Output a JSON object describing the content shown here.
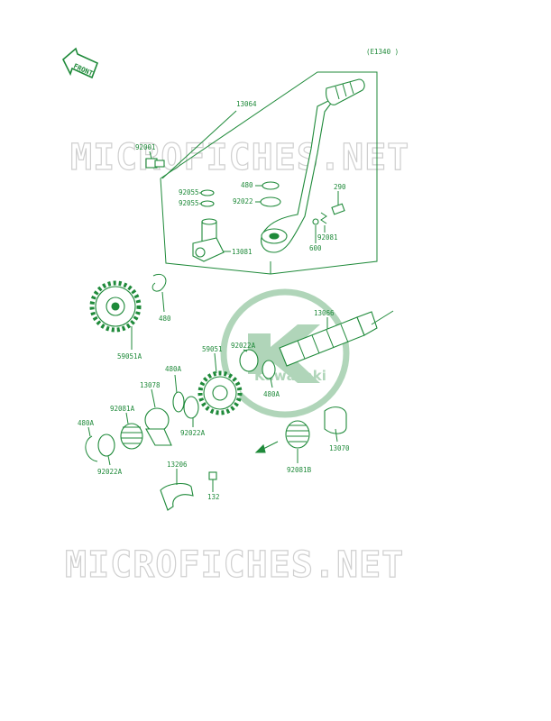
{
  "diagram": {
    "code": "(E1340 )",
    "front_label": "FRONT",
    "watermark": "MICROFICHES.NET",
    "brand": "Kawasaki",
    "colors": {
      "ink": "#1f8a3a",
      "watermark": "#cfcfcf",
      "background": "#ffffff"
    },
    "callouts": [
      {
        "id": "c13064",
        "text": "13064"
      },
      {
        "id": "c92001",
        "text": "92001"
      },
      {
        "id": "c480_top",
        "text": "480"
      },
      {
        "id": "c92022_top",
        "text": "92022"
      },
      {
        "id": "c92055_a",
        "text": "92055"
      },
      {
        "id": "c92055_b",
        "text": "92055"
      },
      {
        "id": "c290",
        "text": "290"
      },
      {
        "id": "c92081",
        "text": "92081"
      },
      {
        "id": "c600",
        "text": "600"
      },
      {
        "id": "c13081",
        "text": "13081"
      },
      {
        "id": "c480_mid",
        "text": "480"
      },
      {
        "id": "c59051A",
        "text": "59051A"
      },
      {
        "id": "c13066",
        "text": "13066"
      },
      {
        "id": "c59051",
        "text": "59051"
      },
      {
        "id": "c92022A_top",
        "text": "92022A"
      },
      {
        "id": "c480A_right",
        "text": "480A"
      },
      {
        "id": "c480A_mid",
        "text": "480A"
      },
      {
        "id": "c13078",
        "text": "13078"
      },
      {
        "id": "c92081A",
        "text": "92081A"
      },
      {
        "id": "c92022A_mid",
        "text": "92022A"
      },
      {
        "id": "c480A_left",
        "text": "480A"
      },
      {
        "id": "c92022A_bot",
        "text": "92022A"
      },
      {
        "id": "c13206",
        "text": "13206"
      },
      {
        "id": "c132",
        "text": "132"
      },
      {
        "id": "c92081B",
        "text": "92081B"
      },
      {
        "id": "c13070",
        "text": "13070"
      }
    ]
  }
}
